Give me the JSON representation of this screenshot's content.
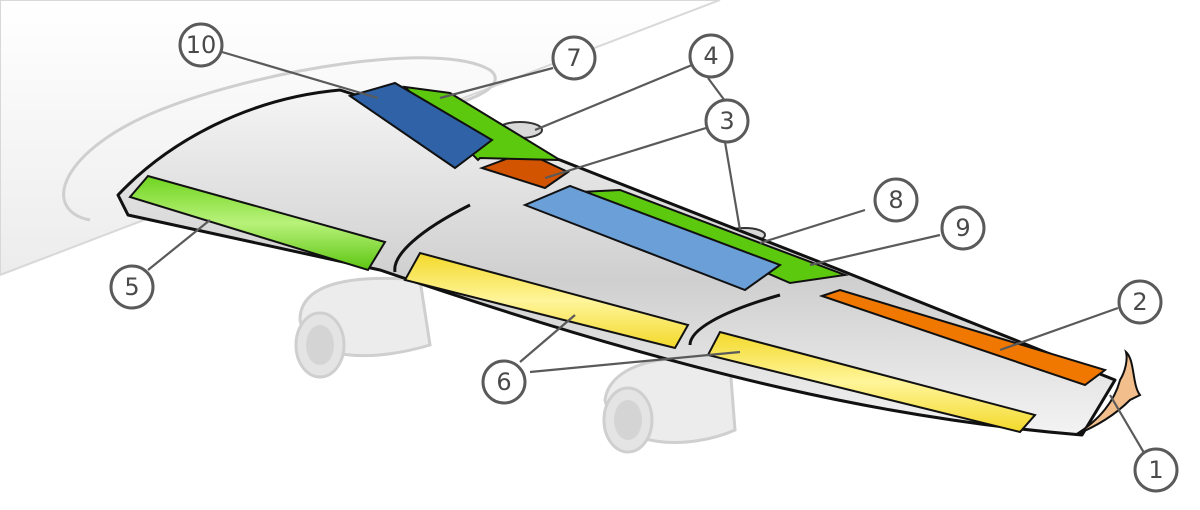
{
  "colors": {
    "wing_light": "#f2f2f2",
    "wing_dark": "#bdbdbd",
    "outline": "#111111",
    "fuselage": "#f0f0f0",
    "engine": "#e6e6e6",
    "winglet": "#f2be8c",
    "aileron": "#f07800",
    "spoiler_orange": "#d35400",
    "flap_green": "#5dc90e",
    "slat_green": "#7ee03a",
    "slat_yellow": "#f5e13c",
    "airbrake_dark_blue": "#2f62a6",
    "airbrake_light_blue": "#6b9fd8",
    "callout_gray": "#5a5a5a"
  },
  "callouts": [
    {
      "id": "1",
      "label": "1"
    },
    {
      "id": "2",
      "label": "2"
    },
    {
      "id": "3",
      "label": "3"
    },
    {
      "id": "4",
      "label": "4"
    },
    {
      "id": "5",
      "label": "5"
    },
    {
      "id": "6",
      "label": "6"
    },
    {
      "id": "7",
      "label": "7"
    },
    {
      "id": "8",
      "label": "8"
    },
    {
      "id": "9",
      "label": "9"
    },
    {
      "id": "10",
      "label": "10"
    }
  ]
}
